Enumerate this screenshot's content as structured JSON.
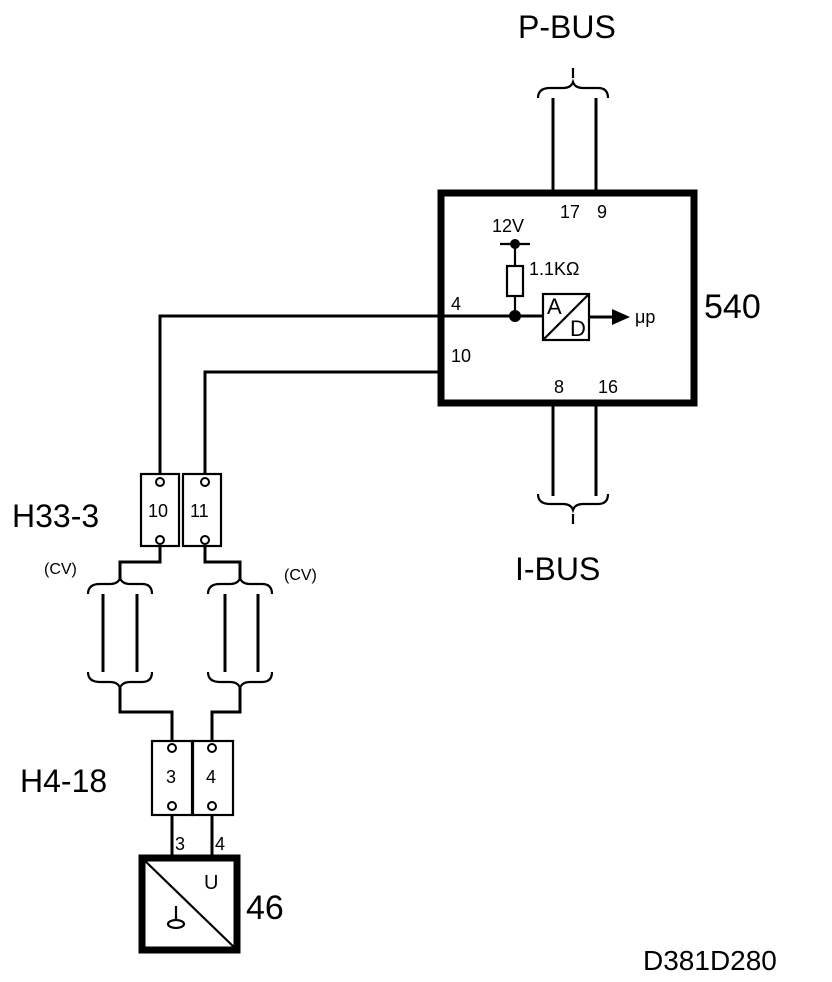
{
  "buses": {
    "p_bus": "P-BUS",
    "i_bus": "I-BUS"
  },
  "module_540": {
    "id": "540",
    "pins": {
      "p17": "17",
      "p9": "9",
      "p4": "4",
      "p10": "10",
      "p8": "8",
      "p16": "16"
    },
    "supply": "12V",
    "resistor": "1.1KΩ",
    "adc_top": "A",
    "adc_bottom": "D",
    "output": "μp"
  },
  "connector_h33": {
    "id": "H33-3",
    "pin_left": "10",
    "pin_right": "11"
  },
  "cable_labels": {
    "left": "(CV)",
    "right": "(CV)"
  },
  "connector_h4": {
    "id": "H4-18",
    "pin_left": "3",
    "pin_right": "4"
  },
  "sensor_46": {
    "id": "46",
    "pin_left": "3",
    "pin_right": "4",
    "symbol": "U"
  },
  "drawing_code": "D381D280"
}
